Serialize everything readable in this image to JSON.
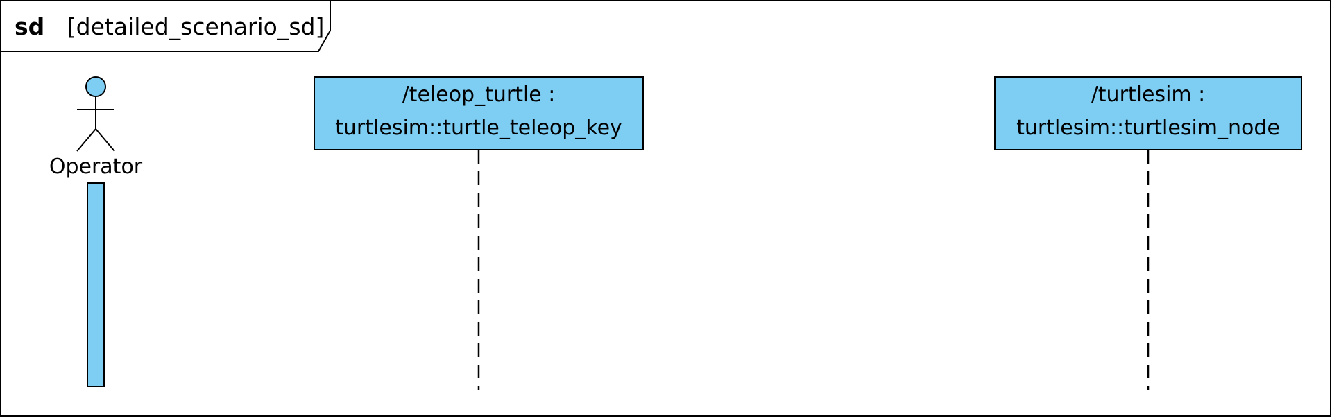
{
  "frame": {
    "keyword": "sd",
    "name": "[detailed_scenario_sd]"
  },
  "actor": {
    "name": "Operator",
    "fill_color": "#7ecef4"
  },
  "lifelines": [
    {
      "line1": "/teleop_turtle :",
      "line2": "turtlesim::turtle_teleop_key"
    },
    {
      "line1": "/turtlesim :",
      "line2": "turtlesim::turtlesim_node"
    }
  ],
  "colors": {
    "lifeline_fill": "#7ecef4",
    "activation_fill": "#7ecef4",
    "stroke": "#000000",
    "background": "#ffffff"
  }
}
